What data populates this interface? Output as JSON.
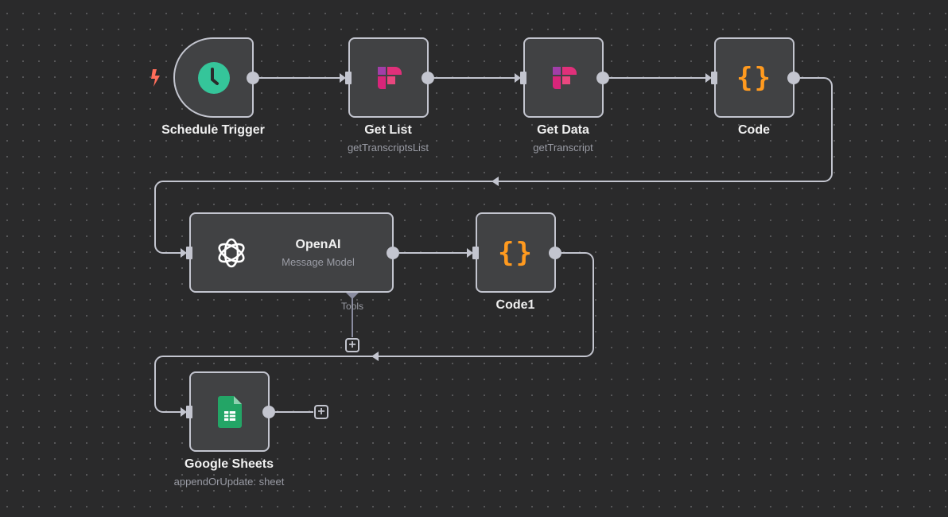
{
  "nodes": {
    "schedule": {
      "label": "Schedule Trigger",
      "icon": "clock-icon"
    },
    "get_list": {
      "label": "Get List",
      "subtitle": "getTranscriptsList",
      "icon": "fireflies-icon"
    },
    "get_data": {
      "label": "Get Data",
      "subtitle": "getTranscript",
      "icon": "fireflies-icon"
    },
    "code": {
      "label": "Code",
      "icon_text": "{}"
    },
    "openai": {
      "label": "OpenAI",
      "subtitle": "Message Model",
      "tools_label": "Tools",
      "icon": "openai-icon"
    },
    "code1": {
      "label": "Code1",
      "icon_text": "{}"
    },
    "sheets": {
      "label": "Google Sheets",
      "subtitle": "appendOrUpdate: sheet",
      "icon": "google-sheets-icon"
    }
  },
  "plus_symbol": "+",
  "colors": {
    "edge": "#c3c5cf",
    "trigger": "#ff6d5a",
    "clock": "#35c59a",
    "code": "#ff9a1f",
    "sheets": "#23a566"
  }
}
